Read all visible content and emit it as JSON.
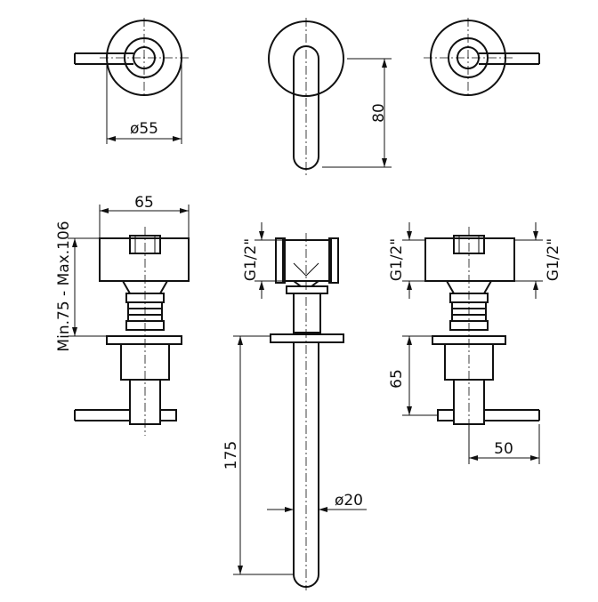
{
  "drawing": {
    "stroke_color": "#111111",
    "background": "#ffffff",
    "dimensions": {
      "top_diameter": "ø55",
      "spout_rosette_height": "80",
      "valve_width": "65",
      "valve_depth_range": "Min.75 - Max.106",
      "thread_spout": "G1/2\"",
      "thread_right_left": "G1/2\"",
      "thread_right_right": "G1/2\"",
      "spout_length": "175",
      "spout_diameter": "ø20",
      "handle_height": "65",
      "handle_length": "50"
    }
  }
}
